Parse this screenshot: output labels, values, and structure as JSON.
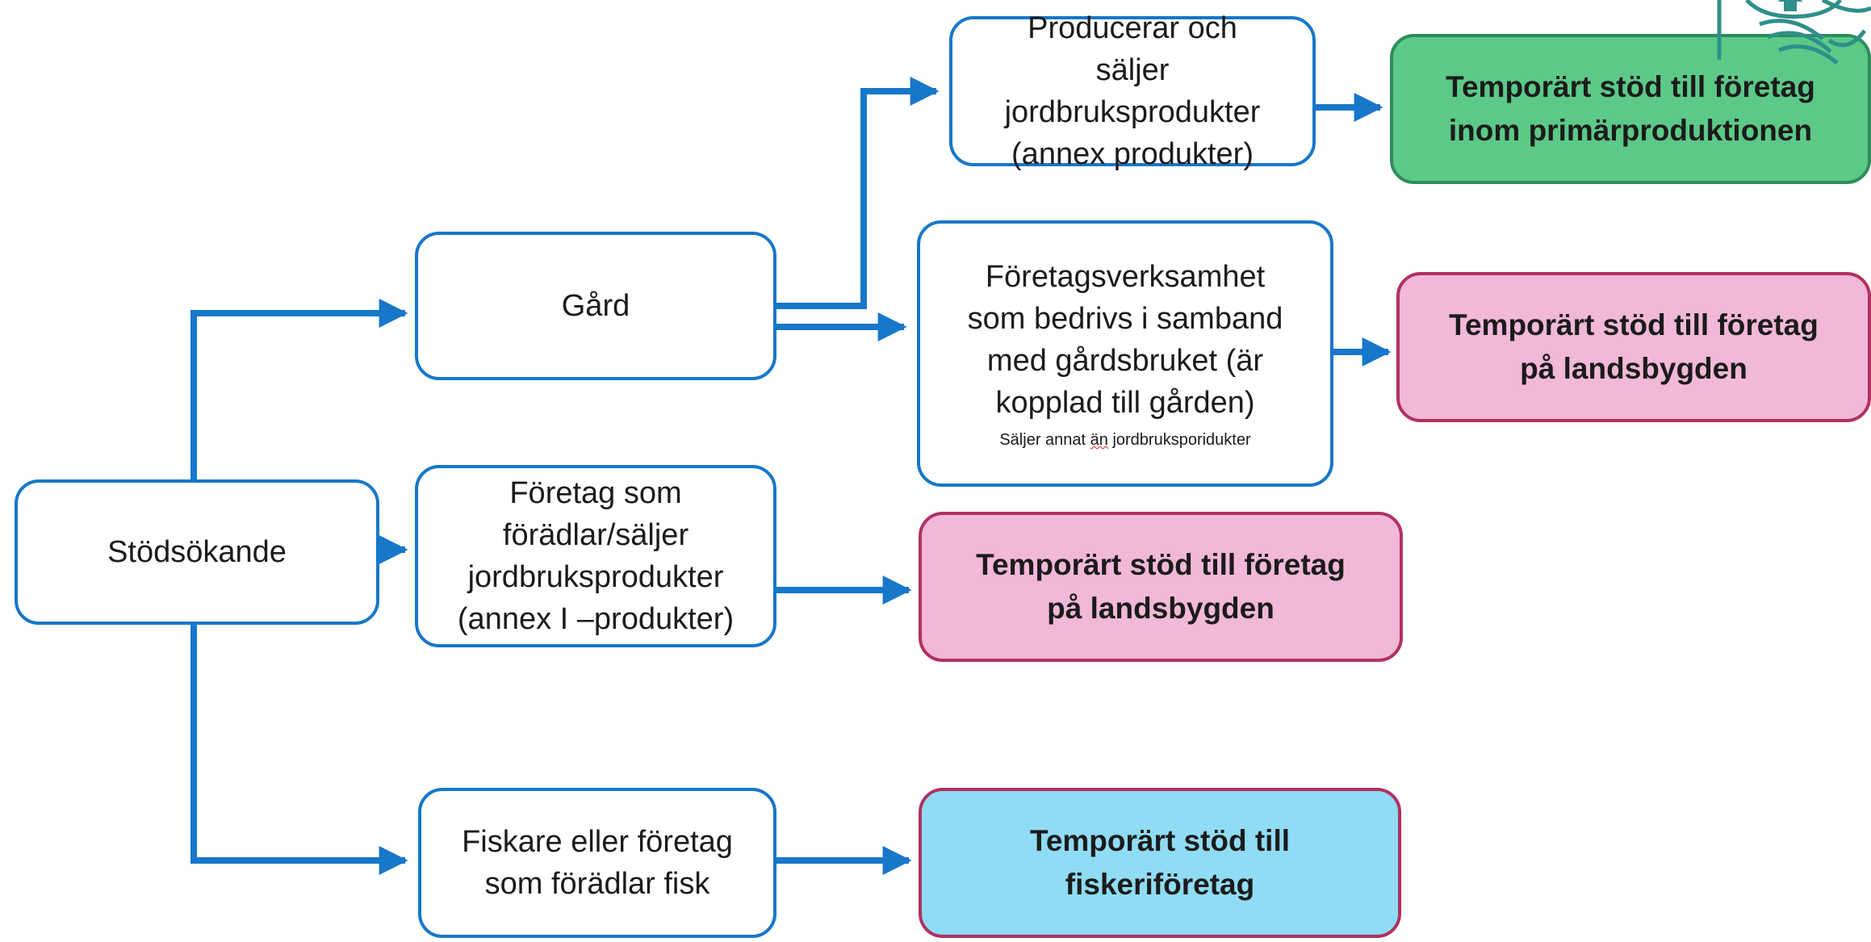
{
  "nodes": {
    "stodsokande": "Stödsökande",
    "gard": "Gård",
    "producerar": [
      "Producerar och",
      "säljer",
      "jordbruksprodukter",
      "(annex produkter)"
    ],
    "foretagsverksamhet": [
      "Företagsverksamhet",
      "som bedrivs i samband",
      "med gårdsbruket (är",
      "kopplad till gården)"
    ],
    "foretagsverksamhet_note_prefix": "Säljer annat ",
    "foretagsverksamhet_note_flagged": "än",
    "foretagsverksamhet_note_suffix": " jordbruksporidukter",
    "foradlar": [
      "Företag som",
      "förädlar/säljer",
      "jordbruksprodukter",
      "(annex I –produkter)"
    ],
    "fiskare": [
      "Fiskare eller företag",
      "som förädlar fisk"
    ]
  },
  "results": {
    "primarproduktion": [
      "Temporärt stöd till företag",
      "inom primärproduktionen"
    ],
    "landsbygd_1": [
      "Temporärt stöd till företag",
      "på landsbygden"
    ],
    "landsbygd_2": [
      "Temporärt stöd till företag",
      "på landsbygden"
    ],
    "fiskeri": [
      "Temporärt stöd till",
      "fiskeriföretag"
    ]
  },
  "colors": {
    "connector": "#1777c9",
    "green": "#5cc988",
    "pink": "#f2b8d8",
    "blue": "#8fdcf4",
    "logo": "#2f8f8a"
  },
  "icons": {
    "logo": "farm-landscape-logo"
  }
}
